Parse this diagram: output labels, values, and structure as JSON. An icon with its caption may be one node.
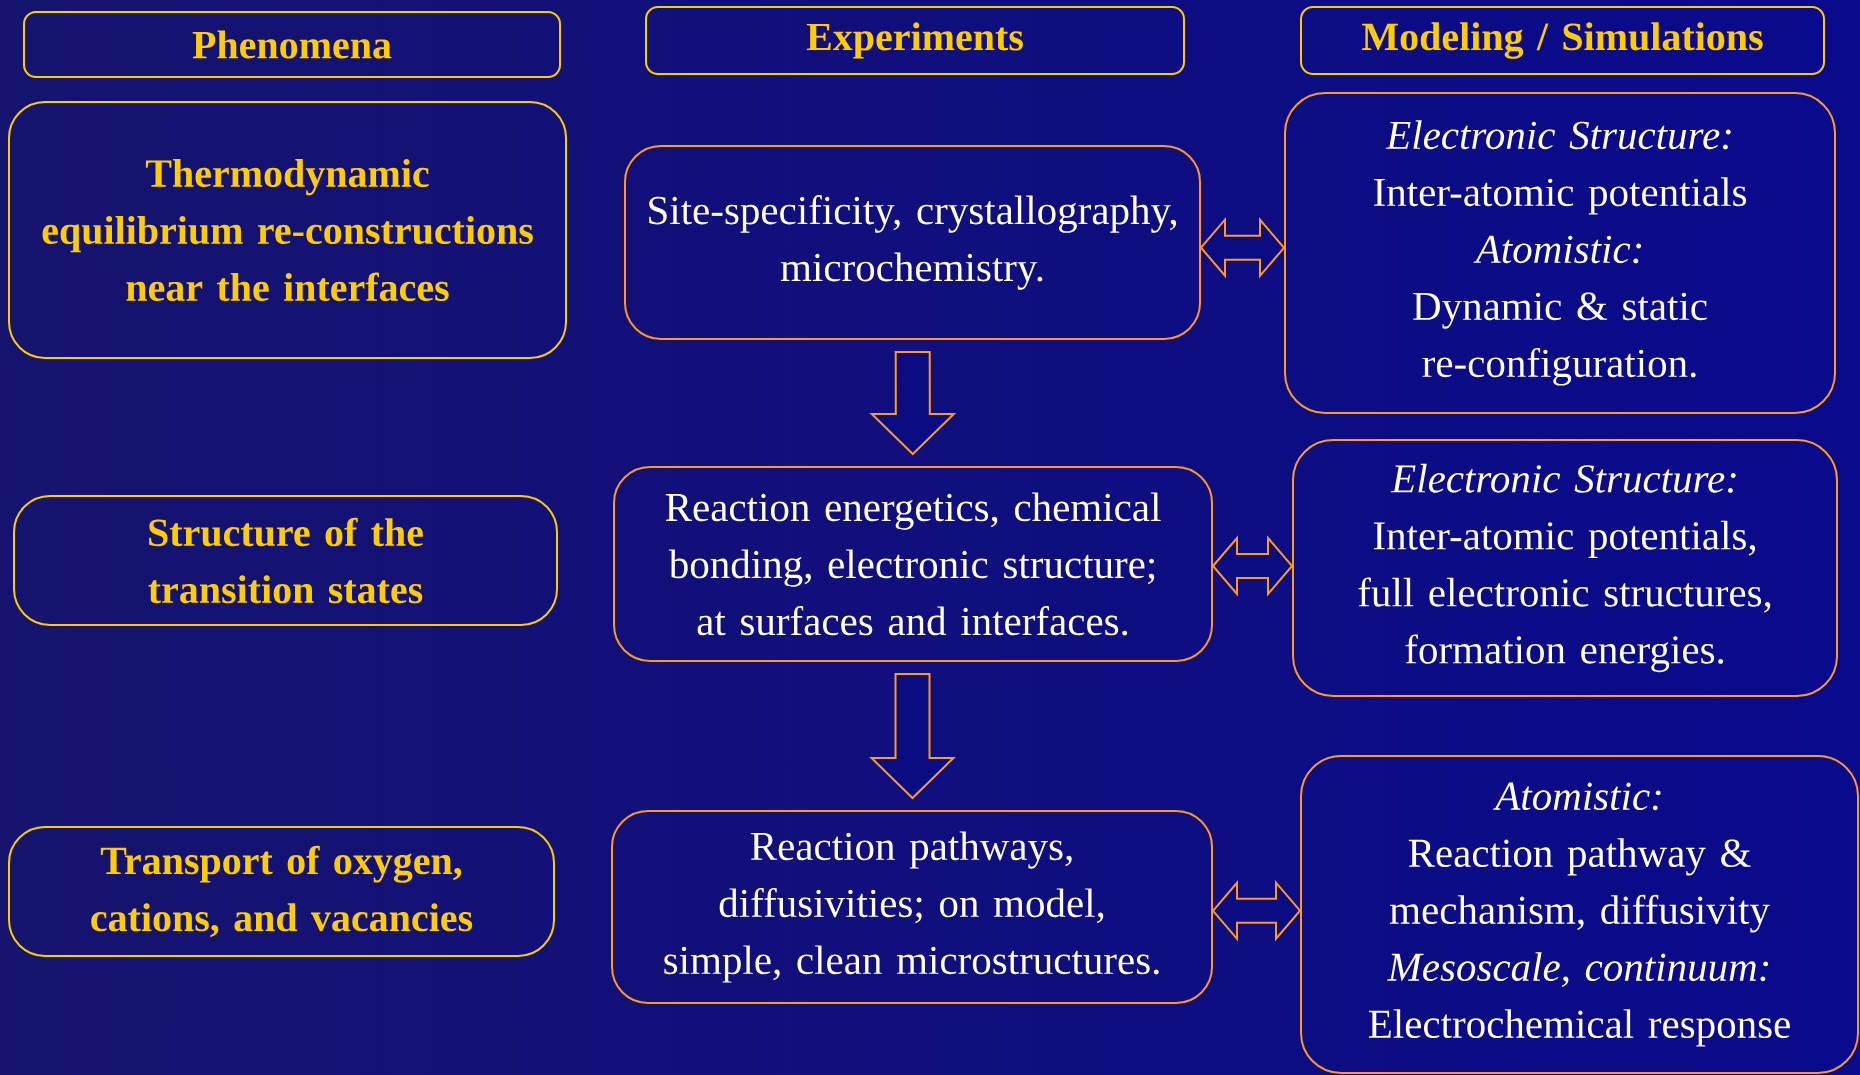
{
  "diagram": {
    "nodes": [
      {
        "text": [
          "Phenomena"
        ]
      },
      {
        "text": [
          "Experiments"
        ]
      },
      {
        "text": [
          "Modeling / Simulations"
        ]
      },
      {
        "text": [
          "Thermodynamic equilibrium re-constructions near the interfaces"
        ]
      },
      {
        "text": [
          "Site-specificity, crystallography, microchemistry."
        ]
      },
      {
        "text": [
          "Electronic Structure:",
          "Inter-atomic potentials",
          "Atomistic:",
          "Dynamic & static re-configuration."
        ]
      },
      {
        "text": [
          "Structure of the transition states"
        ]
      },
      {
        "text": [
          "Reaction energetics, chemical bonding, electronic structure; at surfaces and interfaces."
        ]
      },
      {
        "text": [
          "Electronic Structure:",
          "Inter-atomic potentials, full electronic structures, formation energies."
        ]
      },
      {
        "text": [
          "Transport of oxygen, cations, and vacancies"
        ]
      },
      {
        "text": [
          "Reaction pathways, diffusivities; on model, simple, clean microstructures."
        ]
      },
      {
        "text": [
          "Atomistic:",
          "Reaction pathway & mechanism, diffusivity",
          "Mesoscale, continuum:",
          "Electrochemical response"
        ]
      }
    ],
    "edges": [
      {
        "from": 4,
        "to": 5,
        "arrow": "both"
      },
      {
        "from": 4,
        "to": 7,
        "arrow": "to"
      },
      {
        "from": 7,
        "to": 8,
        "arrow": "both"
      },
      {
        "from": 7,
        "to": 10,
        "arrow": "to"
      },
      {
        "from": 10,
        "to": 11,
        "arrow": "both"
      }
    ]
  }
}
